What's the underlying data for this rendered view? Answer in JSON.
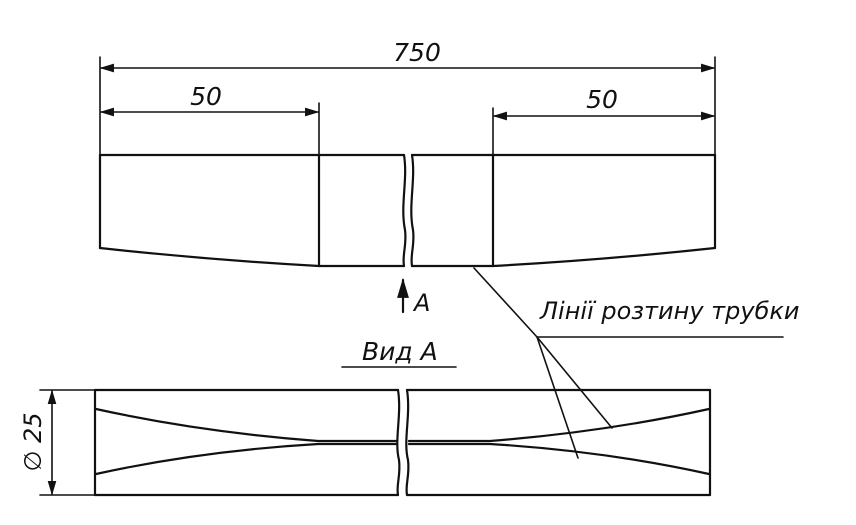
{
  "drawing": {
    "dim_total": "750",
    "dim_left": "50",
    "dim_right": "50",
    "view_marker": "A",
    "view_title": "Вид А",
    "diameter": "∅ 25",
    "callout": "Лінії  розтину трубки"
  }
}
